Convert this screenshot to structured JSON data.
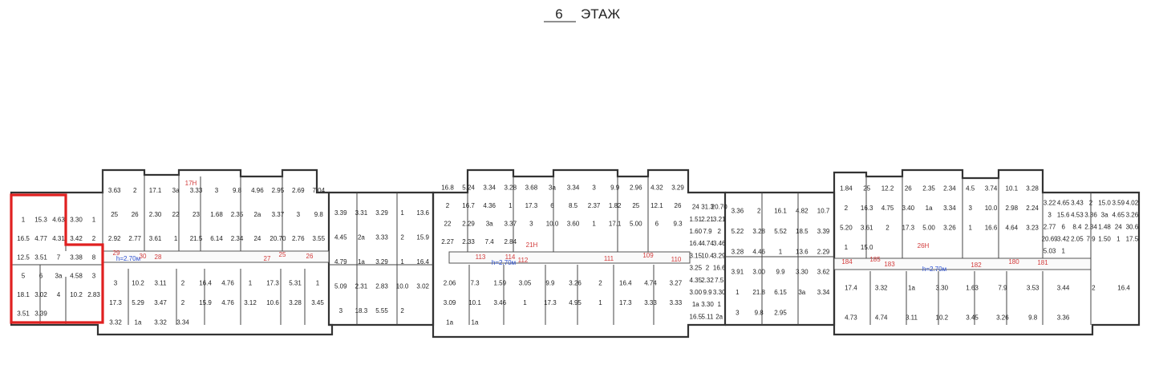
{
  "title": {
    "number": "6",
    "label": "ЭТАЖ"
  },
  "colors": {
    "highlight": "#e02020",
    "red_labels": "#d23b3b",
    "blue_labels": "#2a4fd0",
    "walls": "#333333"
  },
  "corridor_height_labels": [
    "h=2.70м",
    "h=2.70м",
    "h=2.70м"
  ],
  "red_labels": [
    "17Н",
    "29",
    "30",
    "28",
    "27",
    "25",
    "26",
    "113",
    "114",
    "112",
    "111",
    "109",
    "110",
    "21Н",
    "184",
    "185",
    "183",
    "26Н",
    "182",
    "180",
    "181"
  ],
  "room_labels": [
    "1",
    "15.3",
    "4.63",
    "3.30",
    "1",
    "16.5",
    "4.77",
    "4.31",
    "3.42",
    "2",
    "12.5",
    "3.51",
    "7",
    "3.38",
    "8",
    "5",
    "6",
    "3a",
    "4.58",
    "3",
    "18.1",
    "3.02",
    "4",
    "10.2",
    "2.83",
    "3.51",
    "3.39",
    "3.63",
    "2",
    "17.1",
    "3a",
    "3.33",
    "3",
    "9.8",
    "4.96",
    "2.95",
    "2.69",
    "7.04",
    "25",
    "26",
    "2.30",
    "22",
    "23",
    "1.68",
    "2.35",
    "2a",
    "3.37",
    "3",
    "9.8",
    "2.92",
    "2.77",
    "3.61",
    "1",
    "21.5",
    "6.14",
    "2.34",
    "24",
    "20.70",
    "2.76",
    "3.55",
    "3",
    "10.2",
    "3.11",
    "2",
    "16.4",
    "4.76",
    "1",
    "17.3",
    "5.31",
    "1",
    "17.3",
    "5.29",
    "3.47",
    "2",
    "15.9",
    "4.76",
    "3.12",
    "10.6",
    "3.28",
    "3.45",
    "3.32",
    "1a",
    "3.32",
    "3.34",
    "3.39",
    "3.31",
    "3.29",
    "1",
    "13.6",
    "4.45",
    "2a",
    "3.33",
    "2",
    "15.9",
    "4.79",
    "1a",
    "3.29",
    "1",
    "16.4",
    "5.09",
    "2.31",
    "2.83",
    "10.0",
    "3.02",
    "3",
    "18.3",
    "5.55",
    "2",
    "16.8",
    "5.24",
    "3.34",
    "3.28",
    "3.68",
    "3a",
    "3.34",
    "3",
    "9.9",
    "2.96",
    "4.32",
    "3.29",
    "2",
    "16.7",
    "4.36",
    "1",
    "17.3",
    "6",
    "8.5",
    "2.37",
    "1.82",
    "25",
    "12.1",
    "26",
    "22",
    "2.29",
    "3a",
    "3.37",
    "3",
    "10.0",
    "3.60",
    "1",
    "17.1",
    "5.00",
    "6",
    "9.3",
    "2.27",
    "2.33",
    "7.4",
    "2.84",
    "2.06",
    "7.3",
    "1.59",
    "3.05",
    "9.9",
    "3.26",
    "2",
    "16.4",
    "4.74",
    "3.27",
    "3.09",
    "10.1",
    "3.46",
    "1",
    "17.3",
    "4.95",
    "1",
    "17.3",
    "3.33",
    "3.33",
    "1a",
    "1a",
    "24",
    "31.3",
    "20.70",
    "1.51",
    "2.21",
    "3.21",
    "1.60",
    "7.9",
    "2",
    "16.4",
    "4.74",
    "3.46",
    "3.15",
    "10.4",
    "3.29",
    "3.25",
    "2",
    "16.6",
    "4.35",
    "2.32",
    "7.5",
    "3.00",
    "9.9",
    "3.30",
    "1a",
    "3.30",
    "1",
    "16.5",
    "5.11",
    "2a",
    "3.36",
    "2",
    "16.1",
    "4.82",
    "10.7",
    "5.22",
    "3.28",
    "5.52",
    "18.5",
    "3.39",
    "3.28",
    "4.46",
    "1",
    "13.6",
    "2.29",
    "3.91",
    "3.00",
    "9.9",
    "3.30",
    "3.62",
    "1",
    "21.8",
    "6.15",
    "3a",
    "3.34",
    "3",
    "9.8",
    "2.95",
    "1.84",
    "25",
    "12.2",
    "26",
    "2.35",
    "2.34",
    "4.5",
    "3.74",
    "10.1",
    "3.28",
    "2",
    "16.3",
    "4.75",
    "3.40",
    "1a",
    "3.34",
    "3",
    "10.0",
    "2.98",
    "2.24",
    "5.20",
    "3.61",
    "2",
    "17.3",
    "5.00",
    "3.26",
    "1",
    "16.6",
    "4.64",
    "3.23",
    "1",
    "15.0",
    "3.22",
    "4.65",
    "3.43",
    "2",
    "15.0",
    "3.59",
    "4.02",
    "3",
    "15.6",
    "4.53",
    "3.36",
    "3a",
    "4.65",
    "3.26",
    "2.77",
    "6",
    "8.4",
    "2.34",
    "1.48",
    "24",
    "30.6",
    "20.69",
    "3.42",
    "2.05",
    "7.9",
    "1.50",
    "1",
    "17.5",
    "5.03",
    "1",
    "17.4",
    "3.32",
    "1a",
    "3.30",
    "1.63",
    "7.9",
    "3.53",
    "3.44",
    "2",
    "16.4",
    "4.73",
    "4.74",
    "3.11",
    "10.2",
    "3.45",
    "3.26",
    "9.8",
    "3.36"
  ]
}
